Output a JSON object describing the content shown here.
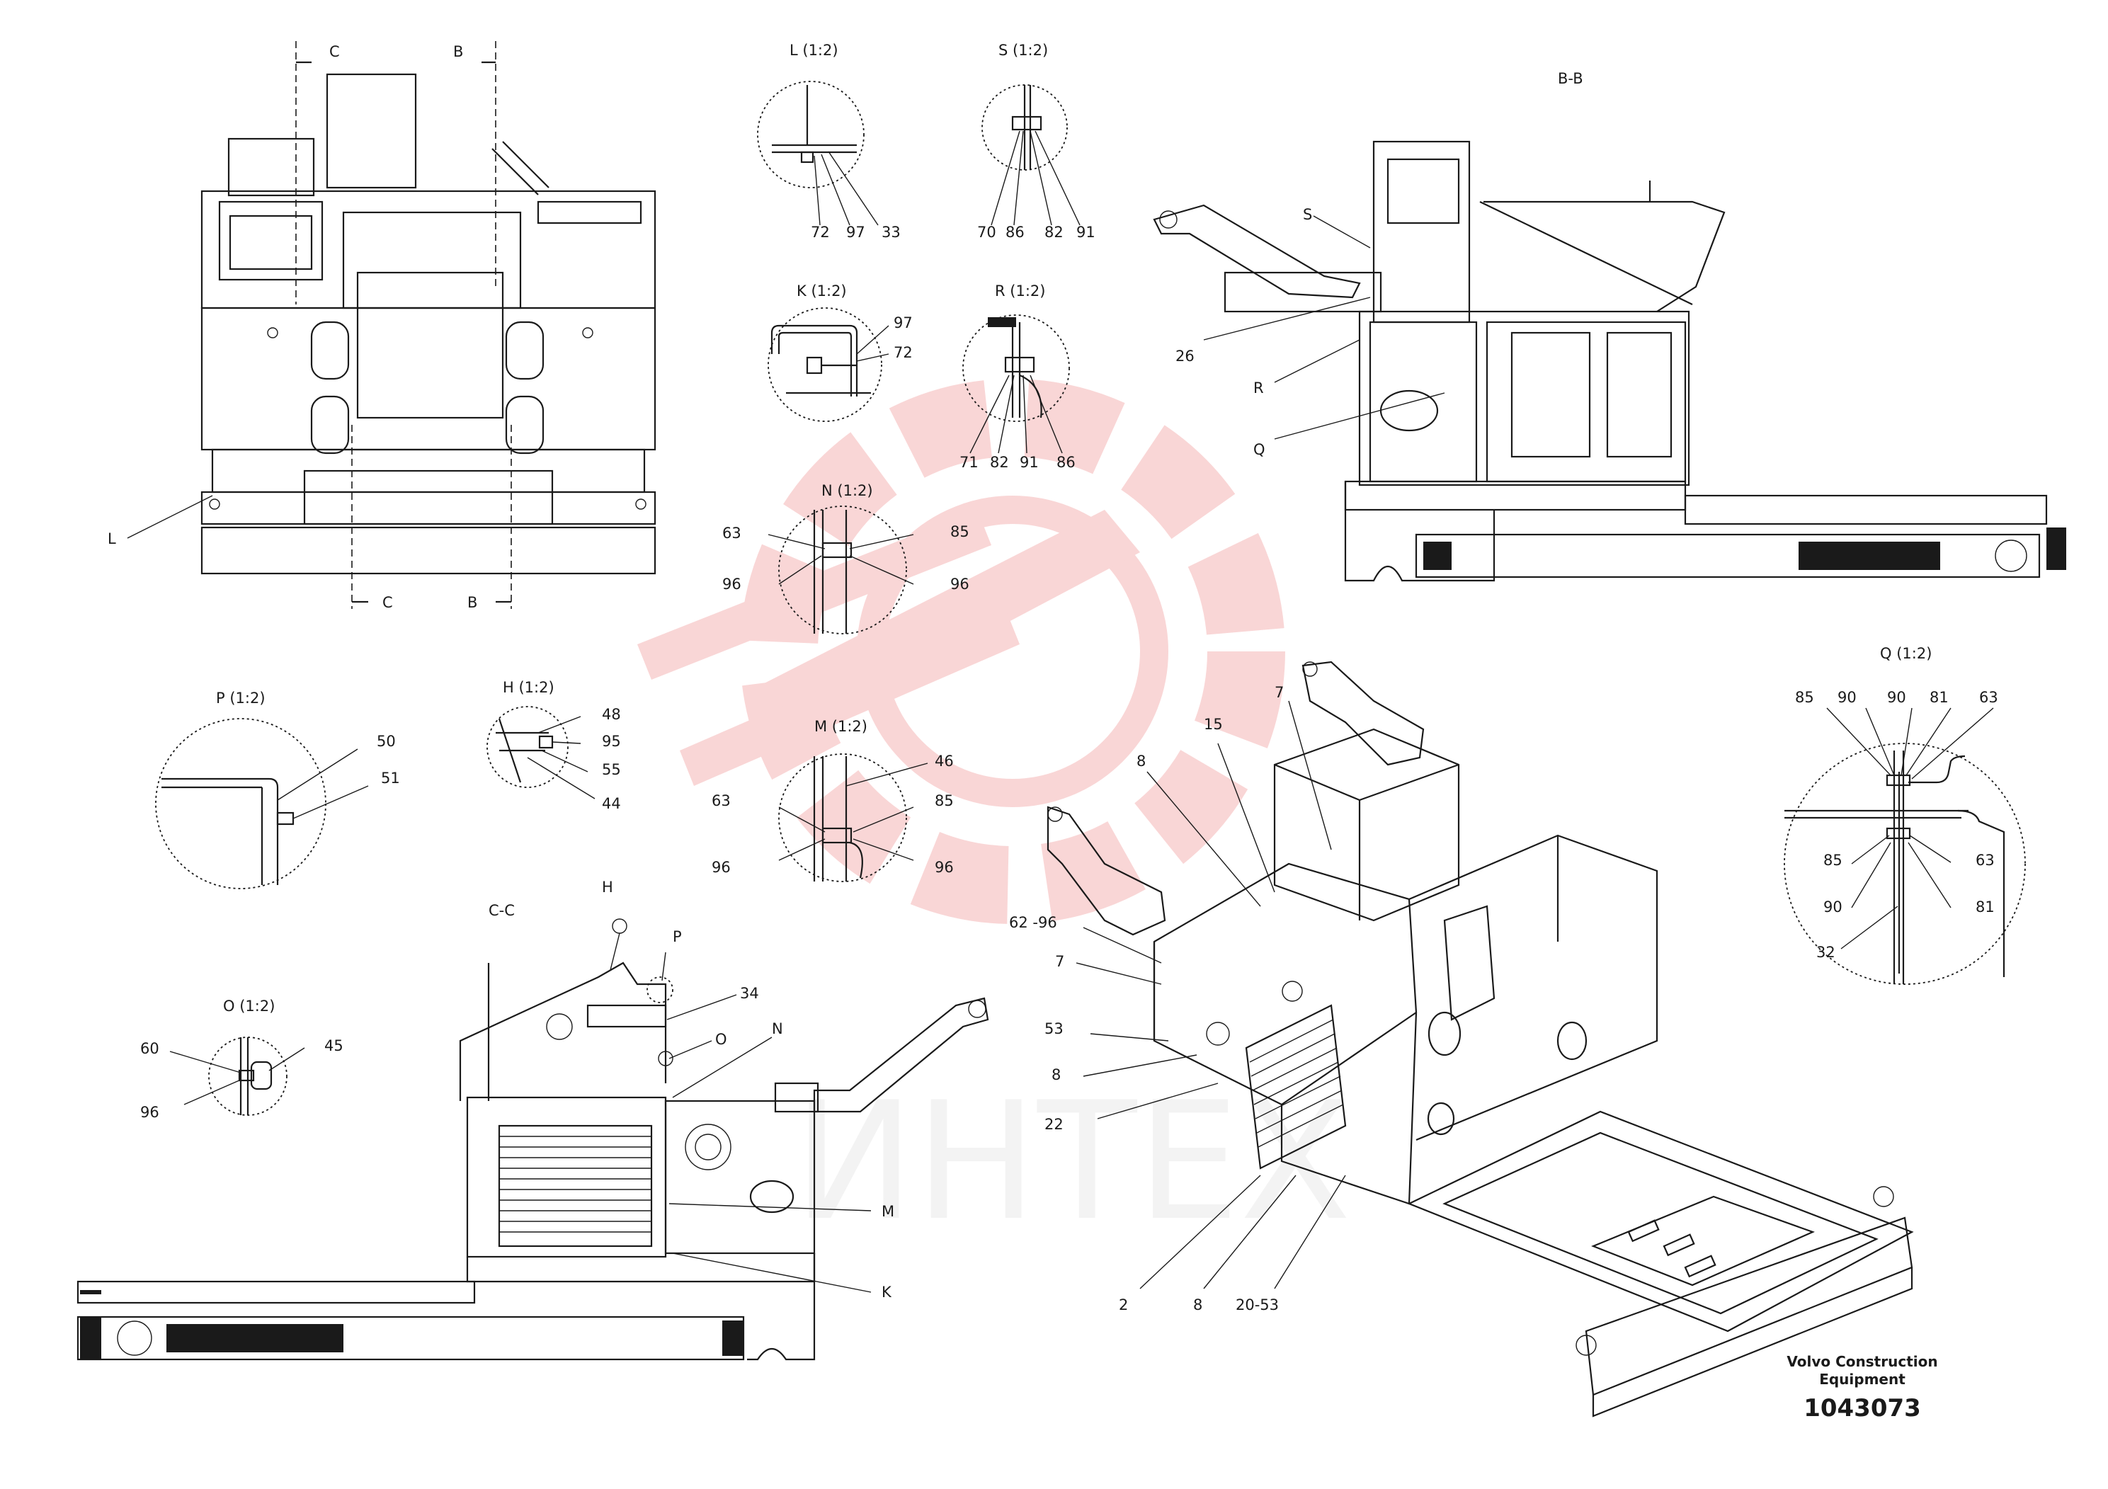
{
  "drawing": {
    "doc_number": "1043073",
    "maker_line1": "Volvo Construction",
    "maker_line2": "Equipment",
    "watermark_text": "ИНТЕХ",
    "watermark_color": "#f2a5a5",
    "line_color": "#1a1a1a"
  },
  "section_titles": {
    "bb": "B-B",
    "cc": "C-C"
  },
  "section_cuts": {
    "c": "C",
    "b": "B"
  },
  "details": {
    "L": {
      "title": "L (1:2)",
      "parts": [
        "72",
        "97",
        "33"
      ]
    },
    "S": {
      "title": "S (1:2)",
      "parts": [
        "70",
        "86",
        "82",
        "91"
      ]
    },
    "K": {
      "title": "K (1:2)",
      "parts": [
        "97",
        "72"
      ]
    },
    "R": {
      "title": "R (1:2)",
      "parts": [
        "71",
        "82",
        "91",
        "86"
      ]
    },
    "N": {
      "title": "N (1:2)",
      "parts": [
        "63",
        "85",
        "96",
        "96"
      ]
    },
    "P": {
      "title": "P (1:2)",
      "parts": [
        "50",
        "51"
      ]
    },
    "H": {
      "title": "H (1:2)",
      "parts": [
        "48",
        "95",
        "55",
        "44"
      ]
    },
    "M": {
      "title": "M (1:2)",
      "parts": [
        "46",
        "63",
        "85",
        "96",
        "96"
      ]
    },
    "O": {
      "title": "O (1:2)",
      "parts": [
        "60",
        "45",
        "96"
      ]
    },
    "Q": {
      "title": "Q (1:2)",
      "parts": [
        "85",
        "90",
        "90",
        "81",
        "63",
        "85",
        "63",
        "90",
        "81",
        "32"
      ]
    }
  },
  "view_refs": {
    "front_L": "L",
    "bb": [
      "S",
      "26",
      "R",
      "Q"
    ],
    "cc": [
      "H",
      "P",
      "34",
      "O",
      "N",
      "M",
      "K"
    ]
  },
  "iso_labels": [
    "7",
    "15",
    "8",
    "62 -96",
    "7",
    "53",
    "8",
    "22",
    "2",
    "8",
    "20-53"
  ]
}
